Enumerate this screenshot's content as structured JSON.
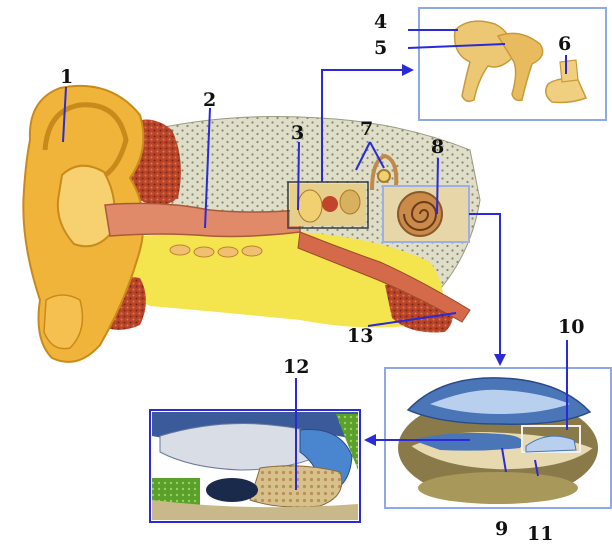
{
  "labels": [
    {
      "id": "1",
      "text": "1"
    },
    {
      "id": "2",
      "text": "2"
    },
    {
      "id": "3",
      "text": "3"
    },
    {
      "id": "4",
      "text": "4"
    },
    {
      "id": "5",
      "text": "5"
    },
    {
      "id": "6",
      "text": "6"
    },
    {
      "id": "7",
      "text": "7"
    },
    {
      "id": "8",
      "text": "8"
    },
    {
      "id": "9",
      "text": "9"
    },
    {
      "id": "10",
      "text": "10"
    },
    {
      "id": "11",
      "text": "11"
    },
    {
      "id": "12",
      "text": "12"
    },
    {
      "id": "13",
      "text": "13"
    }
  ],
  "colors": {
    "leader_line": "#2a2ad8",
    "inset_frame": "#8fa8e8",
    "skin": "#f0b43a",
    "skin_dark": "#c98a1c",
    "skin_light": "#f7d070",
    "canal": "#e08a6a",
    "muscle": "#b8452a",
    "bone_bg": "#d9d9c6",
    "bone_dot": "#7d7d6a",
    "fat": "#f2e24a",
    "tube": "#d46a4a",
    "cochlea": "#c08a4a",
    "inset_bg": "#ffffff",
    "tissue_blue": "#4a76b8",
    "tissue_light": "#b8d0ee",
    "green": "#5aa02a",
    "ossicle": "#e8c070"
  }
}
